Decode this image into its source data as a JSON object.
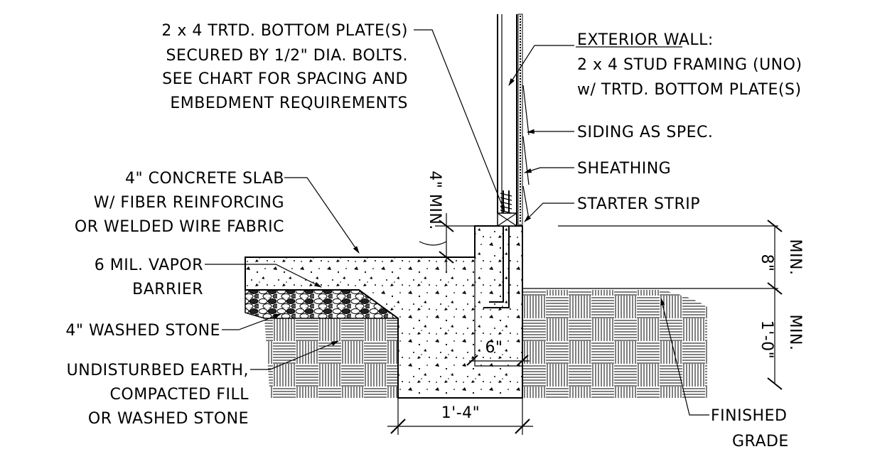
{
  "labels": {
    "bottom_plate": [
      "2 x 4 TRTD. BOTTOM PLATE(S)",
      "SECURED BY 1/2\" DIA. BOLTS.",
      "SEE CHART FOR SPACING AND",
      "EMBEDMENT REQUIREMENTS"
    ],
    "exterior_wall": [
      "EXTERIOR WALL:",
      "2 x 4 STUD FRAMING (UNO)",
      "w/ TRTD. BOTTOM PLATE(S)"
    ],
    "siding": "SIDING AS SPEC.",
    "sheathing": "SHEATHING",
    "starter_strip": "STARTER STRIP",
    "slab": [
      "4\" CONCRETE SLAB",
      "W/ FIBER REINFORCING",
      "OR WELDED WIRE FABRIC"
    ],
    "vapor_barrier": [
      "6 MIL. VAPOR",
      "BARRIER"
    ],
    "washed_stone": "4\" WASHED STONE",
    "earth": [
      "UNDISTURBED EARTH,",
      "COMPACTED FILL",
      "OR WASHED STONE"
    ],
    "finished_grade": [
      "FINISHED",
      "GRADE"
    ]
  },
  "dimensions": {
    "curb_min": "4\" MIN.",
    "above_grade": "8\"",
    "above_grade_min": "MIN.",
    "below_grade": "1'-0\"",
    "below_grade_min": "MIN.",
    "stem_width": "6\"",
    "footing_width": "1'-4\""
  }
}
